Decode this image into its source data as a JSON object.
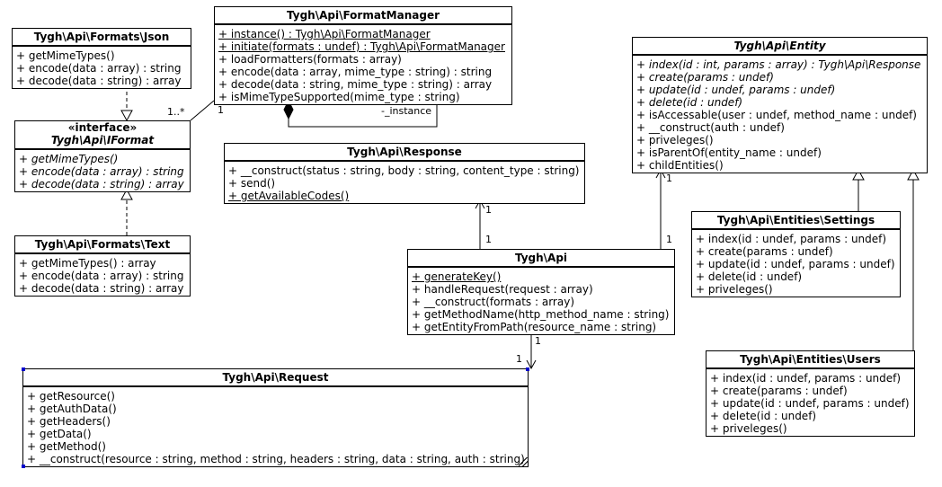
{
  "classes": {
    "json": {
      "name": "Tygh\\Api\\Formats\\Json",
      "methods": [
        "+ getMimeTypes()",
        "+ encode(data : array) : string",
        "+ decode(data : string) : array"
      ]
    },
    "format_manager": {
      "name": "Tygh\\Api\\FormatManager",
      "methods": [
        "+ instance() : Tygh\\Api\\FormatManager",
        "+ initiate(formats : undef) : Tygh\\Api\\FormatManager",
        "+ loadFormatters(formats : array)",
        "+ encode(data : array, mime_type : string) : string",
        "+ decode(data : string, mime_type : string) : array",
        "+ isMimeTypeSupported(mime_type : string)"
      ]
    },
    "iformat": {
      "stereotype": "«interface»",
      "name": "Tygh\\Api\\IFormat",
      "methods": [
        "+ getMimeTypes()",
        "+ encode(data : array) : string",
        "+ decode(data : string) : array"
      ]
    },
    "text": {
      "name": "Tygh\\Api\\Formats\\Text",
      "methods": [
        "+ getMimeTypes() : array",
        "+ encode(data : array) : string",
        "+ decode(data : string) : array"
      ]
    },
    "response": {
      "name": "Tygh\\Api\\Response",
      "methods": [
        "+ __construct(status : string, body : string, content_type : string)",
        "+ send()",
        "+ getAvailableCodes()"
      ]
    },
    "entity": {
      "name": "Tygh\\Api\\Entity",
      "methods": [
        "+ index(id : int, params : array) : Tygh\\Api\\Response",
        "+ create(params : undef)",
        "+ update(id : undef, params : undef)",
        "+ delete(id : undef)",
        "+ isAccessable(user : undef, method_name : undef)",
        "+ __construct(auth : undef)",
        "+ priveleges()",
        "+ isParentOf(entity_name : undef)",
        "+ childEntities()"
      ]
    },
    "settings": {
      "name": "Tygh\\Api\\Entities\\Settings",
      "methods": [
        "+ index(id : undef, params : undef)",
        "+ create(params : undef)",
        "+ update(id : undef, params : undef)",
        "+ delete(id : undef)",
        "+ priveleges()"
      ]
    },
    "api": {
      "name": "Tygh\\Api",
      "methods": [
        "+ generateKey()",
        "+ handleRequest(request : array)",
        "+ __construct(formats : array)",
        "+ getMethodName(http_method_name : string)",
        "+ getEntityFromPath(resource_name : string)"
      ]
    },
    "users": {
      "name": "Tygh\\Api\\Entities\\Users",
      "methods": [
        "+ index(id : undef, params : undef)",
        "+ create(params : undef)",
        "+ update(id : undef, params : undef)",
        "+ delete(id : undef)",
        "+ priveleges()"
      ]
    },
    "request": {
      "name": "Tygh\\Api\\Request",
      "methods": [
        "+ getResource()",
        "+ getAuthData()",
        "+ getHeaders()",
        "+ getData()",
        "+ getMethod()",
        "+ __construct(resource : string, method : string, headers : string, data : string, auth : string)"
      ]
    }
  },
  "links": {
    "fm_iformat_multiplicity_many": "1..*",
    "fm_iformat_multiplicity_one": "1",
    "instance_role": "-_instance",
    "api_response_near_response": "1",
    "api_response_near_api": "1",
    "api_entity_near_entity": "1",
    "api_entity_near_api": "1",
    "api_request_near_api": "1",
    "api_request_near_request": "1"
  }
}
